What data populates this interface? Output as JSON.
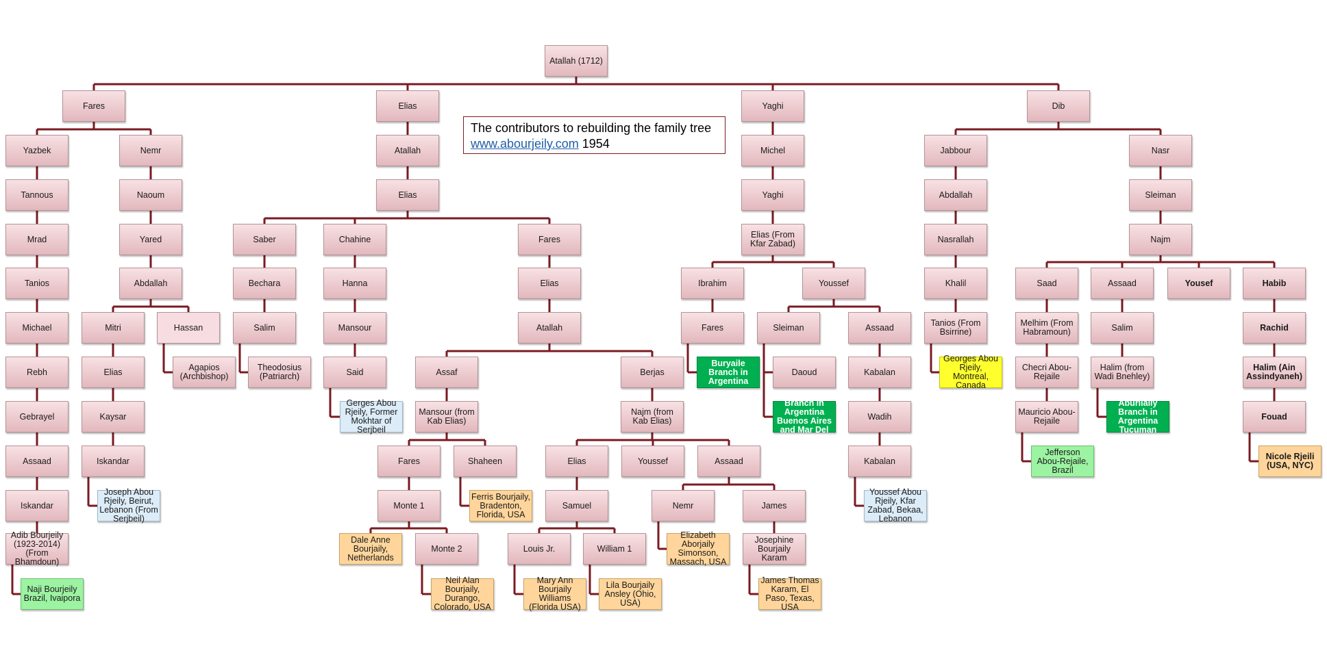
{
  "contributors": {
    "text": "The contributors to rebuilding the family tree",
    "link": "www.abourjeily.com",
    "year": "1954"
  },
  "nodes": {
    "atallah_root": "Atallah (1712)",
    "fares": "Fares",
    "elias": "Elias",
    "yaghi": "Yaghi",
    "dib": "Dib",
    "yazbek": "Yazbek",
    "nemr": "Nemr",
    "tannous": "Tannous",
    "mrad": "Mrad",
    "tanios": "Tanios",
    "michael": "Michael",
    "rebh": "Rebh",
    "gebrayel": "Gebrayel",
    "assaad_a": "Assaad",
    "iskandar_a": "Iskandar",
    "adib": "Adib Bourjeily (1923-2014) (From Bhamdoun)",
    "naji": "Naji Bourjeily Brazil, Ivaipora",
    "naoum": "Naoum",
    "yared": "Yared",
    "abdallah_n": "Abdallah",
    "mitri": "Mitri",
    "hassan": "Hassan",
    "elias_m": "Elias",
    "agapios": "Agapios (Archbishop)",
    "kaysar": "Kaysar",
    "iskandar_m": "Iskandar",
    "joseph": "Joseph Abou Rjeily, Beirut, Lebanon (From Serjbeil)",
    "atallah_e": "Atallah",
    "elias_e2": "Elias",
    "saber": "Saber",
    "chahine": "Chahine",
    "fares_e": "Fares",
    "bechara": "Bechara",
    "salim_s": "Salim",
    "theodosius": "Theodosius (Patriarch)",
    "hanna": "Hanna",
    "mansour_c": "Mansour",
    "said": "Said",
    "gerges": "Gerges Abou Rjeily, Former Mokhtar of Serjbeil",
    "elias_f": "Elias",
    "atallah_f": "Atallah",
    "assaf": "Assaf",
    "berjas": "Berjas",
    "mansour_k": "Mansour (from Kab Elias)",
    "najm_k": "Najm (from Kab Elias)",
    "fares_m": "Fares",
    "shaheen": "Shaheen",
    "monte1": "Monte 1",
    "ferris": "Ferris Bourjaily, Bradenton, Florida, USA",
    "dale": "Dale Anne Bourjaily, Netherlands",
    "monte2": "Monte 2",
    "neil": "Neil Alan Bourjaily, Durango, Colorado, USA",
    "elias_n": "Elias",
    "youssef_n": "Youssef",
    "assaad_n": "Assaad",
    "samuel": "Samuel",
    "louis": "Louis Jr.",
    "william": "William 1",
    "maryann": "Mary Ann Bourjaily Williams (Florida USA)",
    "lila": "Lila Bourjaily Ansley (Ohio, USA)",
    "nemr_a": "Nemr",
    "james": "James",
    "elizabeth": "Elizabeth Aborjaily Simonson, Massach, USA",
    "josephine": "Josephine Bourjaily Karam",
    "jtkaram": "James Thomas Karam, El Paso, Texas, USA",
    "michel": "Michel",
    "yaghi2": "Yaghi",
    "elias_kz": "Elias (From Kfar Zabad)",
    "ibrahim": "Ibrahim",
    "youssef_y": "Youssef",
    "fares_i": "Fares",
    "buryaile": "Buryaile Branch in Argentina",
    "sleiman_y": "Sleiman",
    "assaad_y": "Assaad",
    "daoud": "Daoud",
    "burilaile": "Burilaile Branch in Argentina Buenos Aires and Mar Del Plata",
    "kabalan1": "Kabalan",
    "wadih": "Wadih",
    "kabalan2": "Kabalan",
    "youssef_kz": "Youssef Abou Rjeily, Kfar Zabad, Bekaa, Lebanon",
    "jabbour": "Jabbour",
    "abdallah_j": "Abdallah",
    "nasrallah": "Nasrallah",
    "khalil": "Khalil",
    "tanios_b": "Tanios (From Bsirrine)",
    "georges": "Georges Abou Rjeily, Montreal, Canada",
    "nasr": "Nasr",
    "sleiman_n": "Sleiman",
    "najm_n": "Najm",
    "saad": "Saad",
    "assaad_s": "Assaad",
    "yousef": "Yousef",
    "habib": "Habib",
    "melhim": "Melhim (From Habramoun)",
    "checri": "Checri Abou-Rejaile",
    "mauricio": "Mauricio Abou-Rejaile",
    "jefferson": "Jefferson Abou-Rejaile, Brazil",
    "salim_a": "Salim",
    "halim_w": "Halim (from Wadi Bnehley)",
    "aburilaily": "Aburilaily Branch in Argentina Tucuman",
    "rachid": "Rachid",
    "halim_ain": "Halim (Ain Assindyaneh)",
    "fouad": "Fouad",
    "nicole": "Nicole Rjeili (USA, NYC)"
  },
  "colors": {
    "connector": "#7a1a22",
    "node_pink": "#e8c4c8",
    "node_blue": "#dcecf8",
    "node_orange": "#ffd59b",
    "node_lightgreen": "#9cf3a2",
    "node_green": "#00b050",
    "node_yellow": "#ffff2e"
  }
}
